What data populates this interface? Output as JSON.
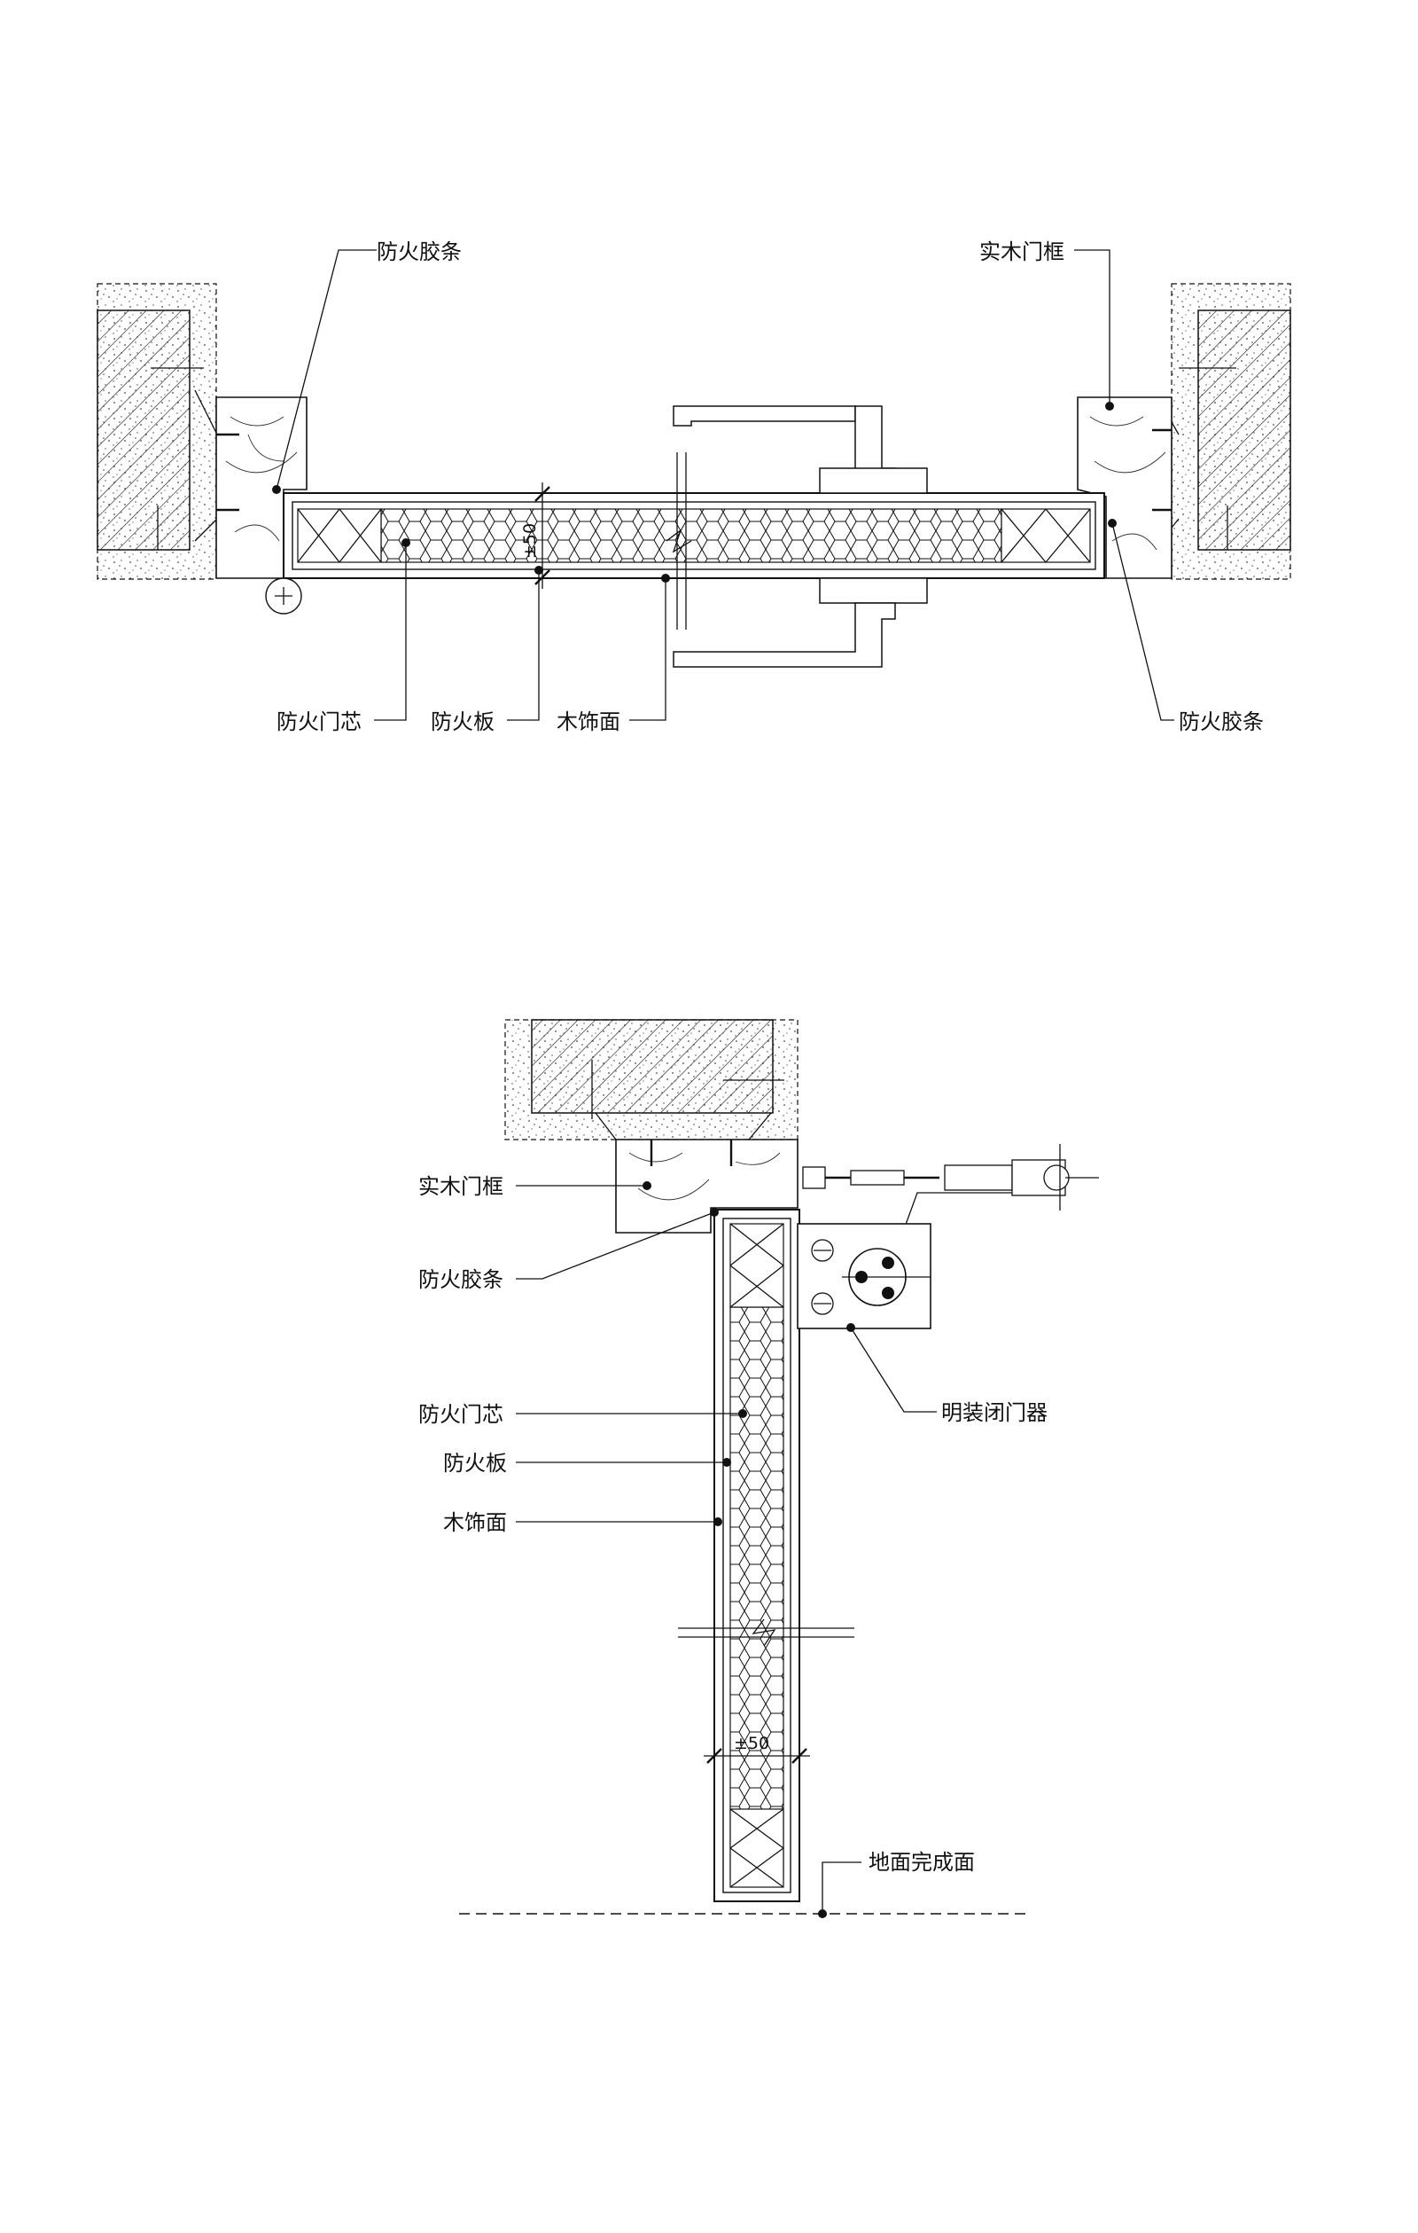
{
  "plan_view": {
    "labels": {
      "fire_strip_top_left": "防火胶条",
      "solid_frame_top_right": "实木门框",
      "fire_core": "防火门芯",
      "fire_board": "防火板",
      "wood_veneer": "木饰面",
      "fire_strip_bottom_right": "防火胶条"
    },
    "dimension": "±50"
  },
  "section_view": {
    "labels": {
      "solid_frame": "实木门框",
      "fire_strip": "防火胶条",
      "fire_core": "防火门芯",
      "fire_board": "防火板",
      "wood_veneer": "木饰面",
      "door_closer": "明装闭门器",
      "finished_floor": "地面完成面"
    },
    "dimension": "±50"
  }
}
